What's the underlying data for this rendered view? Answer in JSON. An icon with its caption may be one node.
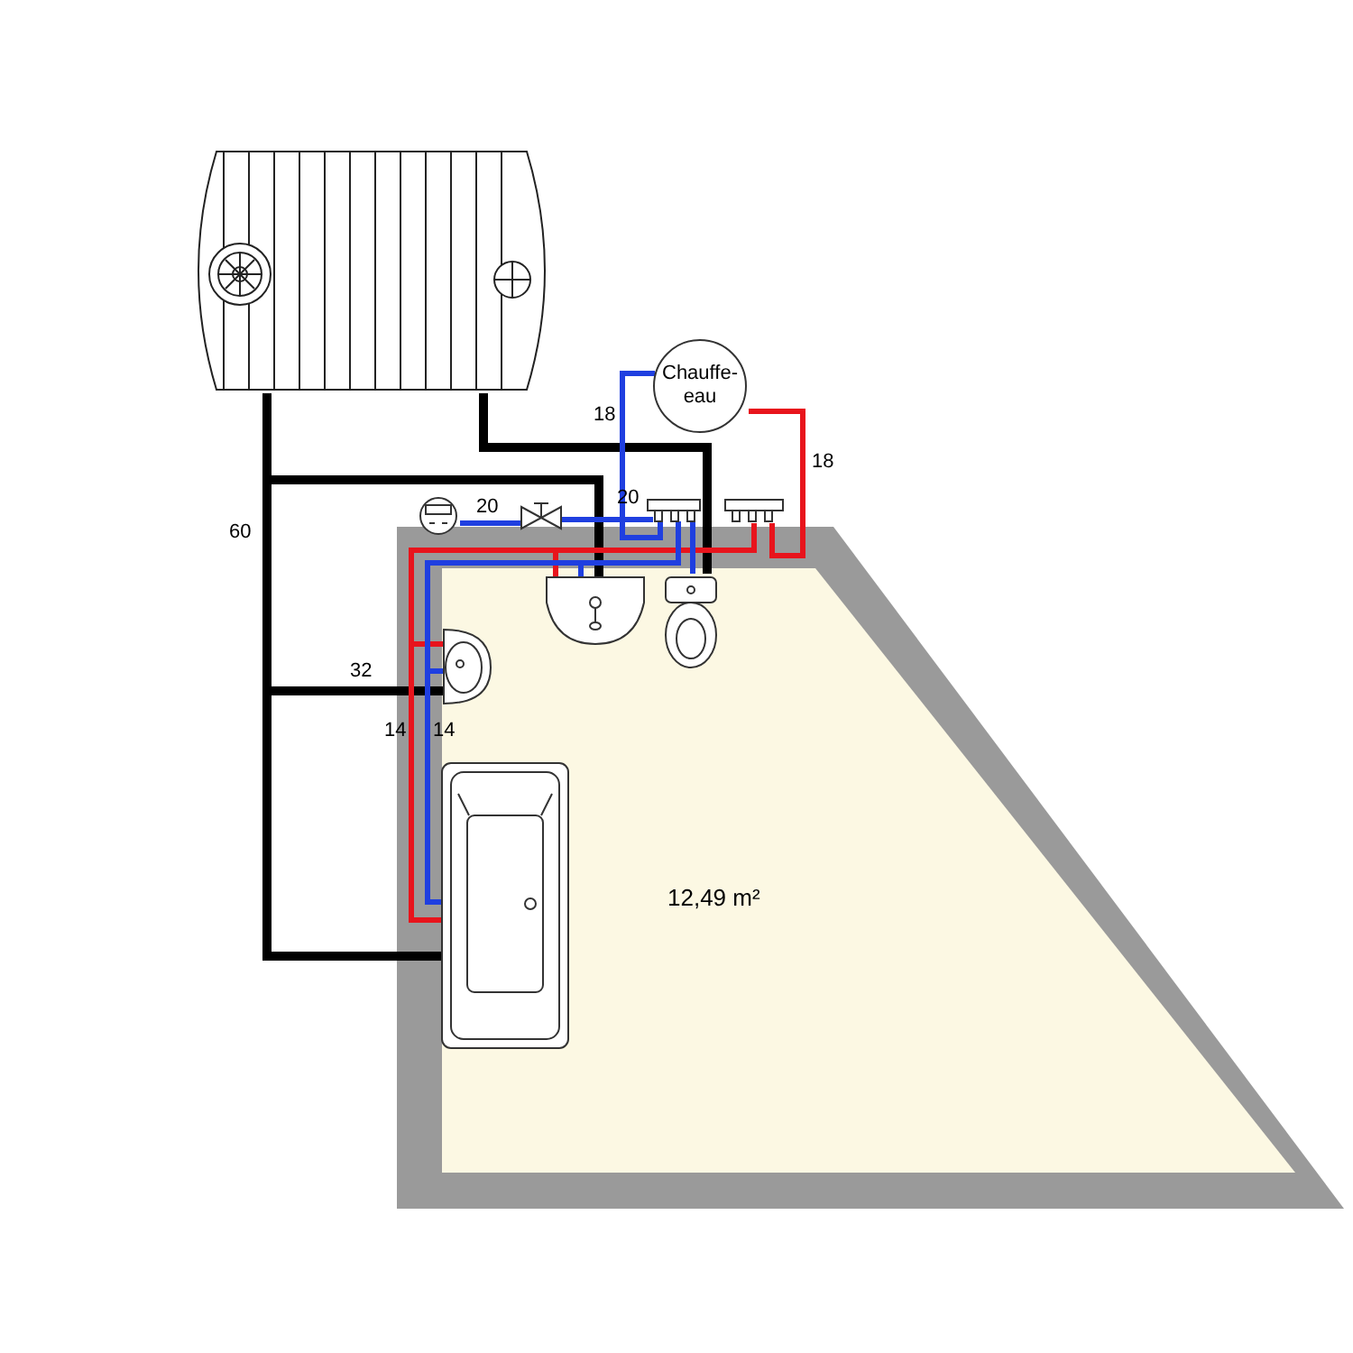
{
  "diagram": {
    "nodes": [
      {
        "text": [
          "Chauffe-eau"
        ]
      },
      {
        "text": [
          "12,49 m²"
        ]
      }
    ],
    "labels": [
      "18",
      "18",
      "60",
      "20",
      "20",
      "32",
      "14",
      "14"
    ]
  }
}
